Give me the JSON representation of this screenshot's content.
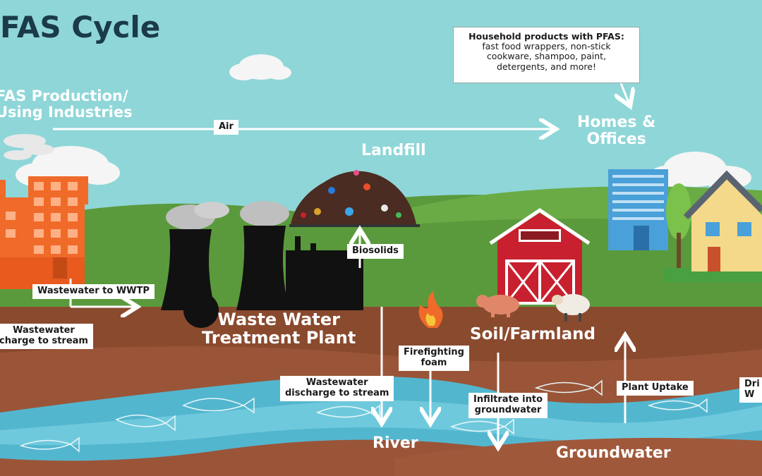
{
  "title": "FAS Cycle",
  "colors": {
    "sky": "#8fd6d8",
    "grass": "#5a9a3c",
    "soil": "#8a4a2e",
    "water": "#53b6cf",
    "factory": "#f06a2a",
    "barn": "#c8202e"
  },
  "locations": {
    "production": "FAS Production/\nUsing Industries",
    "homes": "Homes &\nOffices",
    "landfill": "Landfill",
    "wwtp": "Waste Water\nTreatment Plant",
    "soil": "Soil/Farmland",
    "river": "River",
    "groundwater": "Groundwater"
  },
  "callout": {
    "title": "Household products with PFAS:",
    "body": "fast food wrappers, non-stick\ncookware, shampoo, paint,\ndetergents, and more!"
  },
  "flows": {
    "air": "Air",
    "biosolids": "Biosolids",
    "wastewater_to_wwtp": "Wastewater to WWTP",
    "wastewater_discharge_left": "Wastewater\ncharge to stream",
    "wastewater_discharge_center": "Wastewater\ndischarge to stream",
    "firefighting_foam": "Firefighting\nfoam",
    "infiltrate": "Infiltrate into\ngroundwater",
    "plant_uptake": "Plant Uptake",
    "drinking_water": "Dri\nW"
  },
  "icons": [
    "fire-icon",
    "pig-icon",
    "sheep-icon",
    "fish-icon",
    "cloud-icon",
    "factory-icon",
    "barn-icon",
    "house-icon",
    "office-building-icon",
    "tree-icon",
    "landfill-pile-icon",
    "cooling-tower-icon"
  ]
}
